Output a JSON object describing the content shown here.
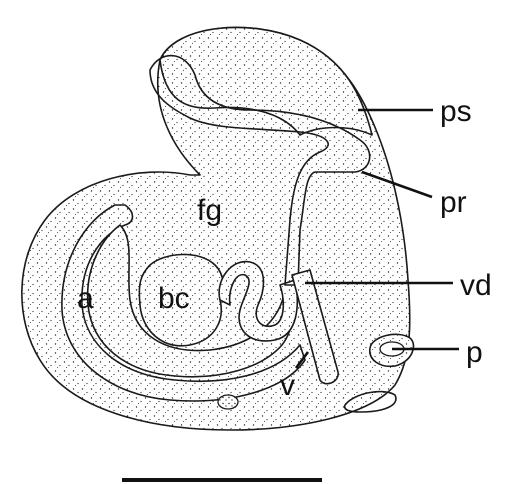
{
  "figure": {
    "labels": {
      "ps": "ps",
      "pr": "pr",
      "fg": "fg",
      "vd": "vd",
      "a": "a",
      "bc": "bc",
      "p": "p",
      "v": "v"
    },
    "colors": {
      "ink": "#1a1a1a",
      "paper": "#ffffff"
    }
  }
}
